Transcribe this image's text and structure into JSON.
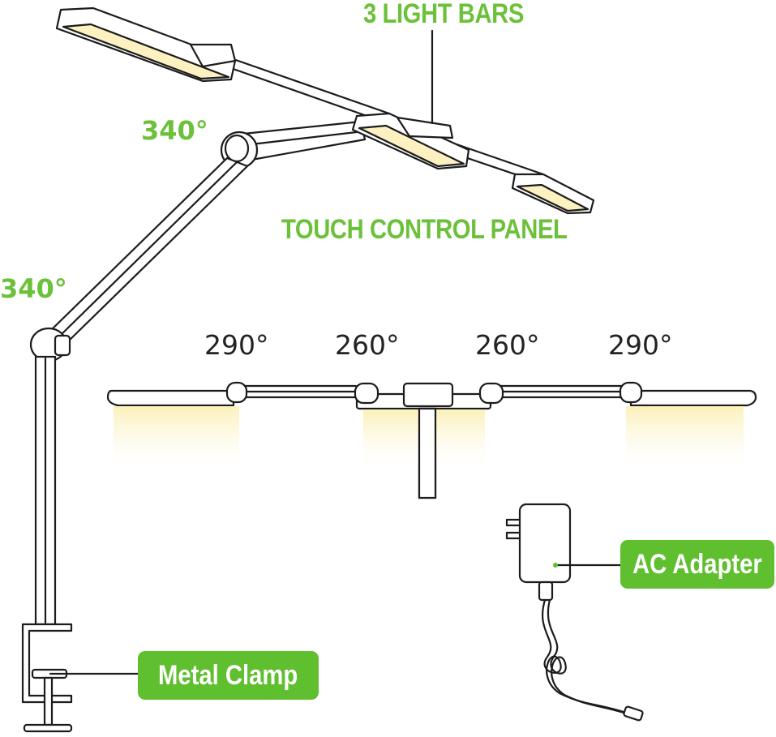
{
  "labels": {
    "light_bars": "3 LIGHT BARS",
    "touch_panel": "TOUCH CONTROL PANEL",
    "arm_angle_upper": "340°",
    "arm_angle_lower": "340°",
    "bar_angles": [
      "290°",
      "260°",
      "260°",
      "290°"
    ],
    "ac_adapter": "AC Adapter",
    "metal_clamp": "Metal Clamp"
  },
  "colors": {
    "accent_green": "#6cc13a",
    "badge_green": "#5fbf2e",
    "outline": "#1c1c1c",
    "light_glow": "#fdf3c4",
    "text_dark": "#222222"
  }
}
